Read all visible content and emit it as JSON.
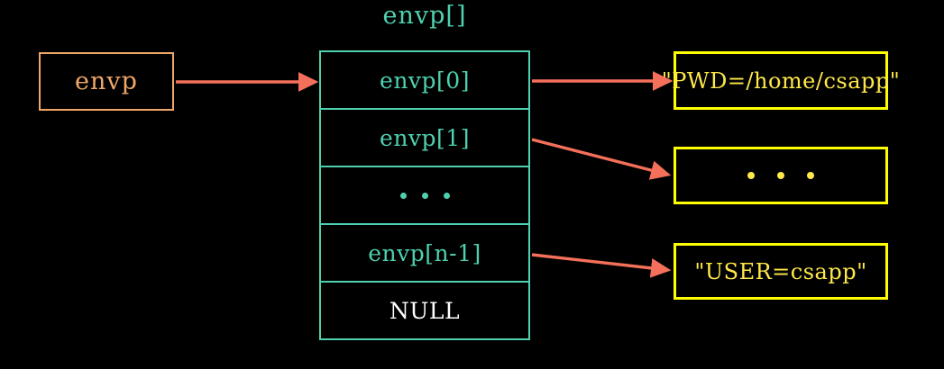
{
  "diagram": {
    "background_color": "#000000",
    "pointer": {
      "label": "envp",
      "color": "#F0A868"
    },
    "array": {
      "title": "envp[]",
      "color": "#4FD1B0",
      "cells": [
        {
          "label": "envp[0]",
          "kind": "index"
        },
        {
          "label": "envp[1]",
          "kind": "index"
        },
        {
          "label": "...",
          "kind": "ellipsis"
        },
        {
          "label": "envp[n-1]",
          "kind": "index"
        },
        {
          "label": "NULL",
          "kind": "null"
        }
      ]
    },
    "strings": {
      "color": "#FFFF00",
      "text_color": "#FFE94A",
      "boxes": [
        {
          "label": "\"PWD=/home/csapp\"",
          "kind": "text"
        },
        {
          "label": "...",
          "kind": "ellipsis"
        },
        {
          "label": "\"USER=csapp\"",
          "kind": "text"
        }
      ]
    },
    "arrows": {
      "color": "#F4705A",
      "connections": [
        {
          "from": "envp",
          "to": "envp[0]"
        },
        {
          "from": "envp[0]",
          "to": "\"PWD=/home/csapp\""
        },
        {
          "from": "envp[1]",
          "to": "..."
        },
        {
          "from": "envp[n-1]",
          "to": "\"USER=csapp\""
        }
      ]
    }
  }
}
